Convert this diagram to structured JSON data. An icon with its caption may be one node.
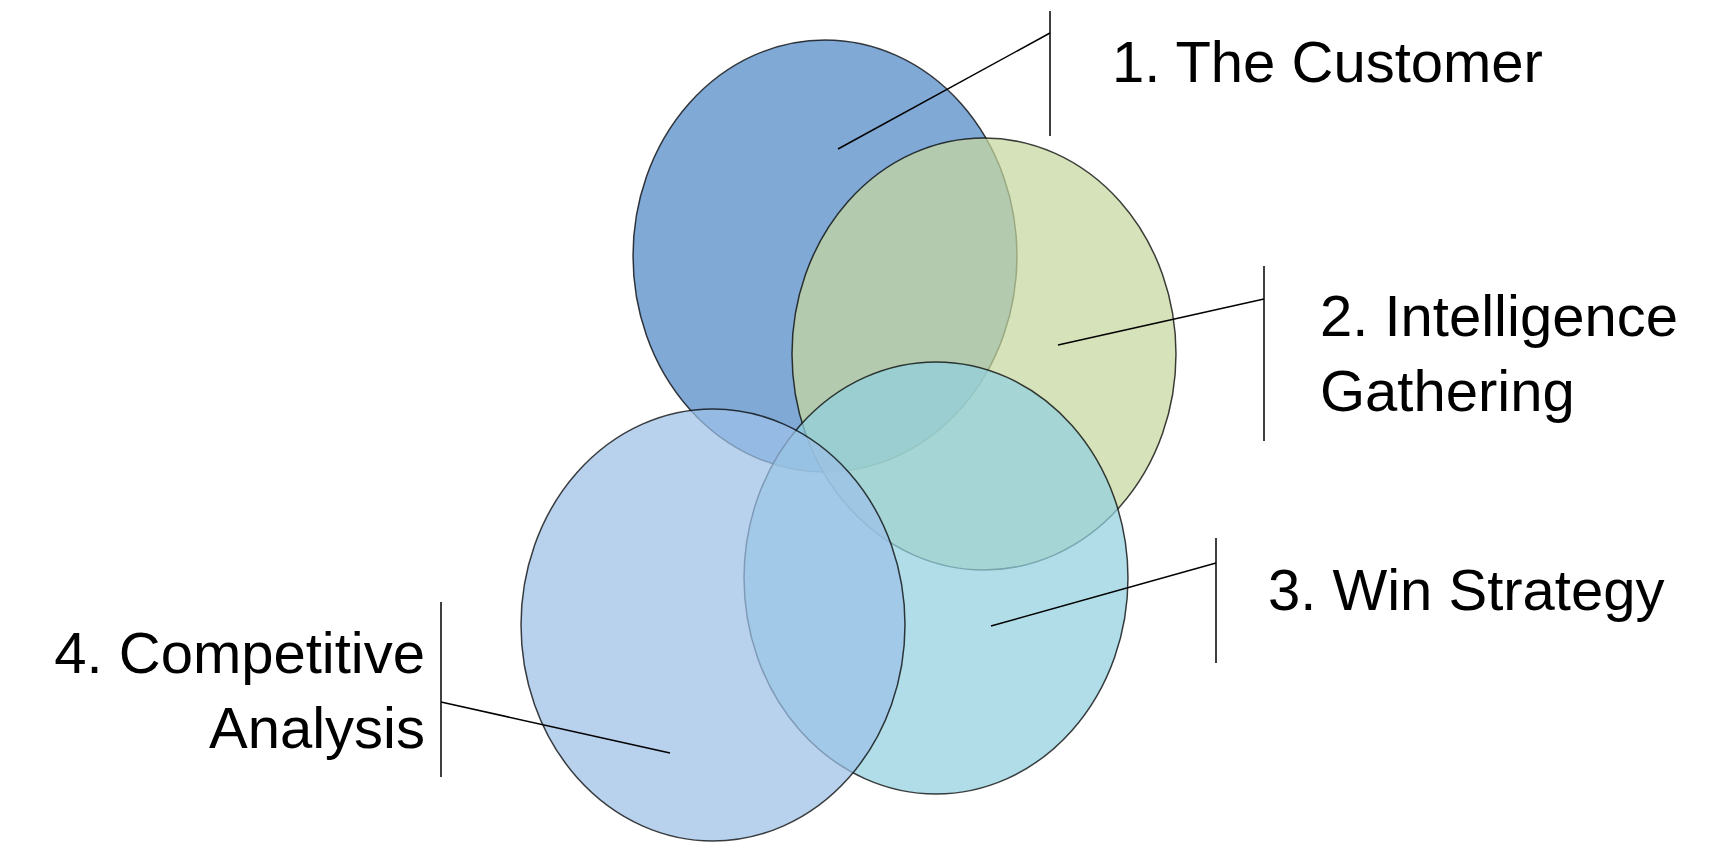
{
  "diagram": {
    "nodes": [
      {
        "text": [
          "1. The Customer"
        ]
      },
      {
        "text": [
          "2. Intelligence Gathering"
        ]
      },
      {
        "text": [
          "3. Win Strategy"
        ]
      },
      {
        "text": [
          "4. Competitive Analysis"
        ]
      },
      {
        "text": [],
        "shape": "circle"
      },
      {
        "text": [],
        "shape": "circle"
      },
      {
        "text": [],
        "shape": "circle"
      },
      {
        "text": [],
        "shape": "circle"
      }
    ],
    "edges": [
      {
        "from": 0,
        "to": 4,
        "arrow": "none"
      },
      {
        "from": 1,
        "to": 5,
        "arrow": "none"
      },
      {
        "from": 2,
        "to": 6,
        "arrow": "none"
      },
      {
        "from": 3,
        "to": 7,
        "arrow": "none"
      }
    ]
  }
}
